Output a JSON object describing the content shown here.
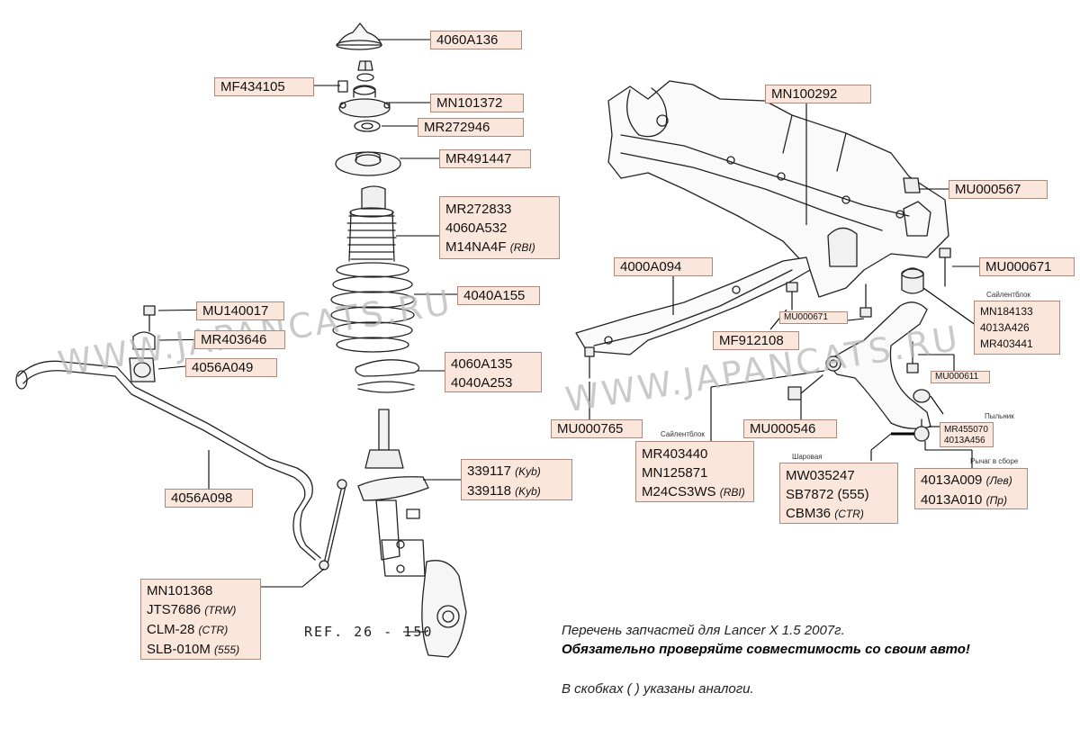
{
  "watermark": "WWW.JAPANCATS.RU",
  "ref": "REF. 26 - 150",
  "labels": {
    "l_4060a136": "4060A136",
    "l_mf434105": "MF434105",
    "l_mn101372": "MN101372",
    "l_mr272946": "MR272946",
    "l_mr491447": "MR491447",
    "boot": {
      "p1": "MR272833",
      "p2": "4060A532",
      "p3": "M14NA4F",
      "p3_alt": "(RBI)"
    },
    "l_4040a155": "4040A155",
    "l_mu140017": "MU140017",
    "l_mr403646": "MR403646",
    "l_4056a049": "4056A049",
    "seat": {
      "p1": "4060A135",
      "p2": "4040A253"
    },
    "l_4056a098": "4056A098",
    "strut": {
      "p1": "339117",
      "p1_alt": "(Kyb)",
      "p2": "339118",
      "p2_alt": "(Kyb)"
    },
    "link": {
      "p1": "MN101368",
      "p2": "JTS7686",
      "p2_alt": "(TRW)",
      "p3": "CLM-28",
      "p3_alt": "(CTR)",
      "p4": "SLB-010M",
      "p4_alt": "(555)"
    },
    "l_mn100292": "MN100292",
    "l_mu000567": "MU000567",
    "l_4000a094": "4000A094",
    "l_mu000671_big": "MU000671",
    "l_mu000671_small": "MU000671",
    "l_mf912108": "MF912108",
    "bush_rear": {
      "p1": "MN184133",
      "p2": "4013A426",
      "p3": "MR403441"
    },
    "l_mu000611": "MU000611",
    "l_mu000765": "MU000765",
    "l_mu000546": "MU000546",
    "ball_small": {
      "p1": "MR455070",
      "p2": "4013A456"
    },
    "bush_front": {
      "p1": "MR403440",
      "p2": "MN125871",
      "p3": "M24CS3WS",
      "p3_alt": "(RBI)"
    },
    "ball": {
      "p1": "MW035247",
      "p2": "SB7872 (555)",
      "p3": "CBM36",
      "p3_alt": "(CTR)"
    },
    "arm": {
      "p1": "4013A009",
      "p1_alt": "(Лев)",
      "p2": "4013A010",
      "p2_alt": "(Пр)"
    }
  },
  "captions": {
    "bush_rear": "Сайлентблок",
    "bush_front": "Сайлентблок",
    "boot": "Пыльник",
    "arm": "Рычаг в сборе",
    "ball": "Шаровая"
  },
  "notes": {
    "line1": "Перечень запчастей для Lancer X 1.5 2007г.",
    "line2": "Обязательно проверяйте совместимость  со своим авто!",
    "line3": "В скобках (  ) указаны аналоги."
  }
}
